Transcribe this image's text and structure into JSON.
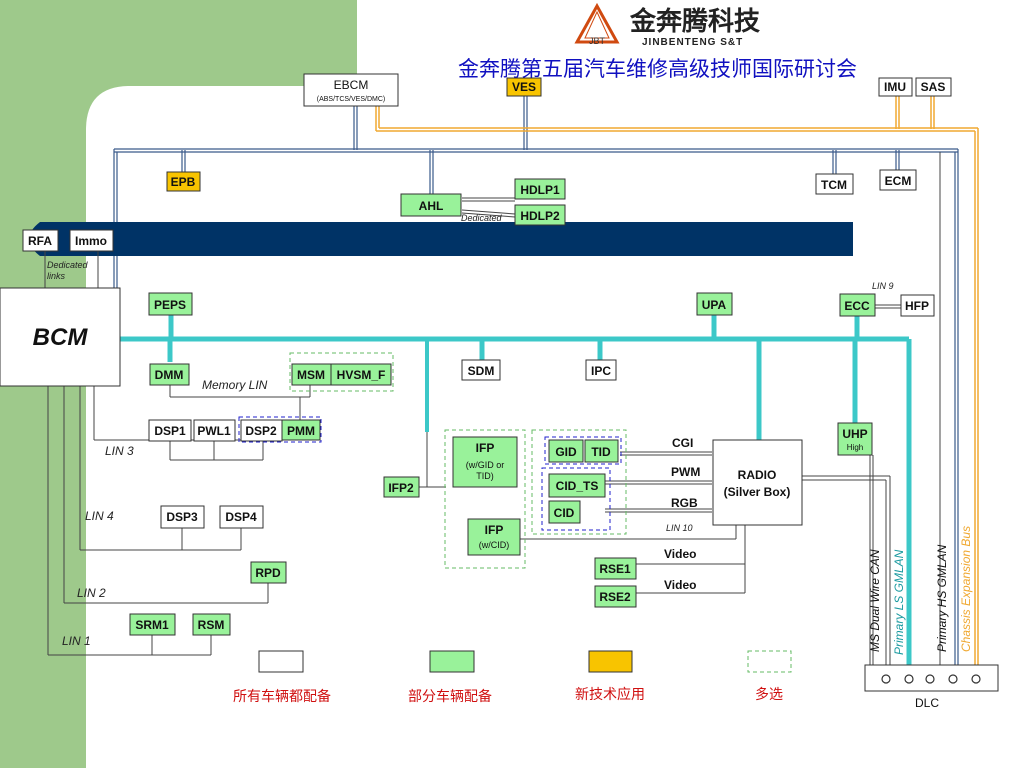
{
  "header": {
    "company_cn": "金奔腾科技",
    "company_en": "JINBENTENG S&T",
    "logo_letters": "JBT",
    "title": "金奔腾第五届汽车维修高级技师国际研讨会"
  },
  "colors": {
    "side_green": "#9ec98b",
    "all_vehicles": "#ffffff",
    "some_vehicles": "#99f29a",
    "new_tech": "#f8c400",
    "dark_bus": "#003366",
    "cyan_bus": "#3cc8c8",
    "chassis_bus": "#f0a830",
    "ls_gmlan_text": "#1a9aa0"
  },
  "modules": {
    "ebcm": "EBCM",
    "ebcm_sub": "(ABS/TCS/VES/DMC)",
    "ves": "VES",
    "imu": "IMU",
    "sas": "SAS",
    "epb": "EPB",
    "tcm": "TCM",
    "ecm": "ECM",
    "ahl": "AHL",
    "hdlp1": "HDLP1",
    "hdlp2": "HDLP2",
    "rfa": "RFA",
    "immo": "Immo",
    "bcm": "BCM",
    "peps": "PEPS",
    "upa": "UPA",
    "ecc": "ECC",
    "hfp": "HFP",
    "dmm": "DMM",
    "msm": "MSM",
    "hvsm_f": "HVSM_F",
    "sdm": "SDM",
    "ipc": "IPC",
    "dsp1": "DSP1",
    "pwl1": "PWL1",
    "dsp2": "DSP2",
    "pmm": "PMM",
    "ifp": "IFP",
    "ifp_sub": "(w/GID or TID)",
    "gid": "GID",
    "tid": "TID",
    "cid_ts": "CID_TS",
    "cid": "CID",
    "ifp2": "IFP2",
    "ifp_cid": "IFP",
    "ifp_cid_sub": "(w/CID)",
    "radio": "RADIO",
    "radio_sub": "(Silver Box)",
    "uhp": "UHP",
    "uhp_sub": "High",
    "dsp3": "DSP3",
    "dsp4": "DSP4",
    "rpd": "RPD",
    "rse1": "RSE1",
    "rse2": "RSE2",
    "srm1": "SRM1",
    "rsm": "RSM",
    "dlc": "DLC"
  },
  "labels": {
    "dedicated": "Dedicated",
    "dedicated_links": "Dedicated links",
    "lin9": "LIN 9",
    "memory_lin": "Memory LIN",
    "lin3": "LIN 3",
    "lin4": "LIN 4",
    "lin2": "LIN 2",
    "lin1": "LIN 1",
    "lin10": "LIN 10",
    "cgi": "CGI",
    "pwm": "PWM",
    "rgb": "RGB",
    "video1": "Video",
    "video2": "Video",
    "ms_dual_wire_can": "MS Dual Wire CAN",
    "primary_ls_gmlan": "Primary LS GMLAN",
    "primary_hs_gmlan": "Primary HS GMLAN",
    "chassis_expansion_bus": "Chassis Expansion Bus"
  },
  "legend": {
    "all_vehicles": "所有车辆都配备",
    "some_vehicles": "部分车辆配备",
    "new_tech": "新技术应用",
    "optional": "多选"
  }
}
